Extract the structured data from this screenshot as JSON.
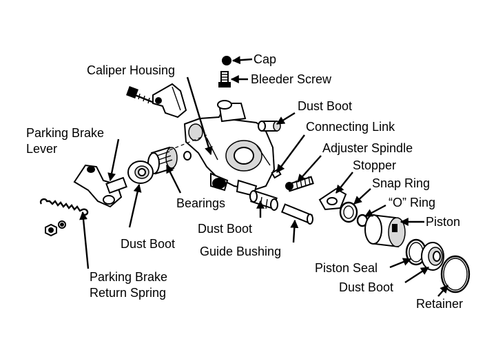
{
  "labels": {
    "cap": "Cap",
    "bleeder_screw": "Bleeder Screw",
    "caliper_housing": "Caliper Housing",
    "dust_boot_top": "Dust Boot",
    "connecting_link": "Connecting Link",
    "parking_brake_lever_line1": "Parking Brake",
    "parking_brake_lever_line2": "Lever",
    "adjuster_spindle": "Adjuster Spindle",
    "stopper": "Stopper",
    "snap_ring": "Snap Ring",
    "o_ring": "“O” Ring",
    "bearings": "Bearings",
    "piston": "Piston",
    "dust_boot_mid": "Dust Boot",
    "dust_boot_left": "Dust Boot",
    "guide_bushing": "Guide Bushing",
    "parking_brake_spring_line1": "Parking Brake",
    "parking_brake_spring_line2": "Return Spring",
    "piston_seal": "Piston Seal",
    "dust_boot_bottom": "Dust Boot",
    "retainer": "Retainer"
  },
  "colors": {
    "ink": "#000000",
    "paper": "#ffffff",
    "shade": "#d8d8d8"
  }
}
